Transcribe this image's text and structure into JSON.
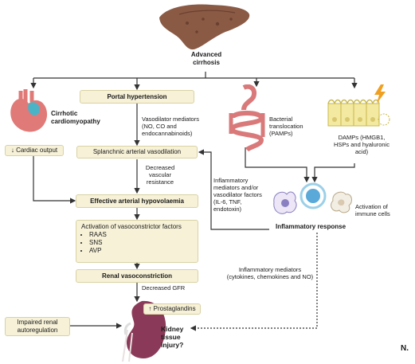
{
  "title": "Advanced cirrhosis",
  "nodes": {
    "portal_hypertension": "Portal hypertension",
    "vasodilator_mediators": "Vasodilator mediators (NO, CO and endocannabinoids)",
    "cirrhotic_cardiomyopathy": "Cirrhotic cardiomyopathy",
    "cardiac_output": "↓ Cardiac output",
    "splanchnic_vasodilation": "Splanchnic arterial vasodilation",
    "decreased_resistance": "Decreased vascular resistance",
    "effective_hypovolaemia": "Effective arterial hypovolaemia",
    "activation_vasoconstrictor": "Activation of vasoconstrictor factors",
    "vasoconstrictor_items": [
      "RAAS",
      "SNS",
      "AVP"
    ],
    "renal_vasoconstriction": "Renal vasoconstriction",
    "decreased_gfr": "Decreased GFR",
    "prostaglandins": "↑ Prostaglandins",
    "impaired_autoregulation": "Impaired renal autoregulation",
    "kidney_injury": "Kidney tissue injury?",
    "bacterial_translocation": "Bacterial translocation (PAMPs)",
    "damps": "DAMPs (HMGB1, HSPs and hyaluronic acid)",
    "inflammatory_mediators_vasodilator": "Inflammatory mediators and/or vasodilator factors (IL-6, TNF, endotoxin)",
    "activation_immune_cells": "Activation of immune cells",
    "inflammatory_response": "Inflammatory response",
    "inflammatory_mediators": "Inflammatory mediators (cytokines, chemokines and NO)"
  },
  "colors": {
    "box_fill": "#f6f1d7",
    "liver": "#8a5a45",
    "heart": "#e07a78",
    "heart_vessel": "#4bb3c6",
    "gut": "#d9797a",
    "cells": "#f3e9a0",
    "lightning": "#f0a020",
    "immune_center": "#5aa9d8",
    "immune_left": "#8a7fc0",
    "immune_right": "#d9c9b0",
    "kidney": "#8a3a58",
    "arrow": "#333333"
  },
  "icons": [
    "liver-icon",
    "heart-icon",
    "gut-icon",
    "epithelial-cells-icon",
    "lightning-icon",
    "immune-cell-icon",
    "kidney-icon"
  ],
  "corner_label": "N."
}
